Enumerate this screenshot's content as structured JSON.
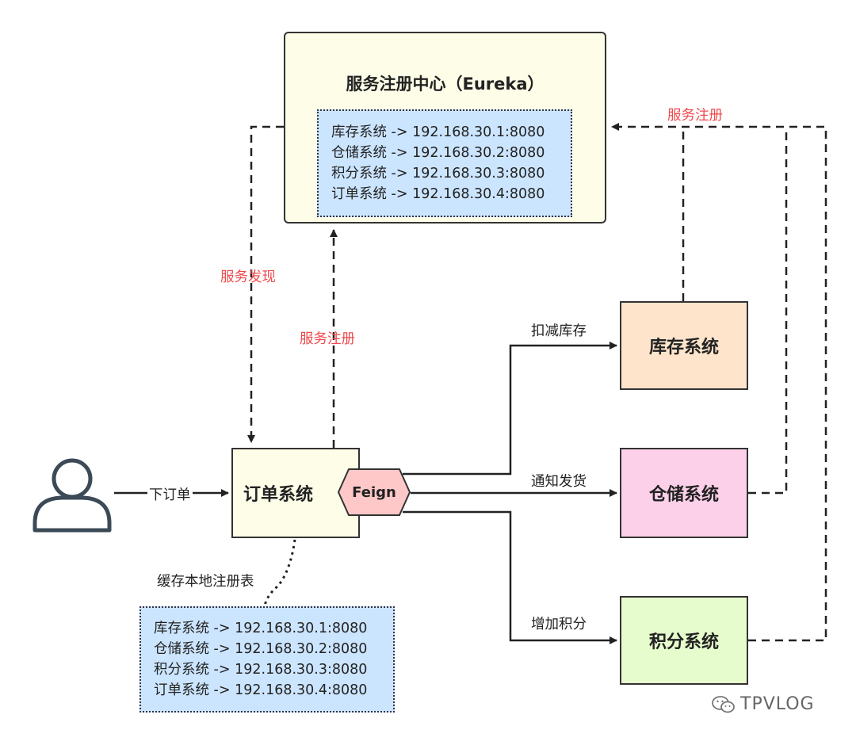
{
  "eureka": {
    "title": "服务注册中心（Eureka）",
    "registry": [
      "库存系统 -> 192.168.30.1:8080",
      "仓储系统 -> 192.168.30.2:8080",
      "积分系统 -> 192.168.30.3:8080",
      "订单系统 -> 192.168.30.4:8080"
    ]
  },
  "nodes": {
    "order": "订单系统",
    "inventory": "库存系统",
    "warehouse": "仓储系统",
    "points": "积分系统",
    "feign": "Feign"
  },
  "labels": {
    "place_order": "下订单",
    "service_discovery": "服务发现",
    "register_order": "服务注册",
    "register_others": "服务注册",
    "deduct_stock": "扣减库存",
    "notify_ship": "通知发货",
    "add_points": "增加积分",
    "cache_local": "缓存本地注册表"
  },
  "local_cache": [
    "库存系统 -> 192.168.30.1:8080",
    "仓储系统 -> 192.168.30.2:8080",
    "积分系统 -> 192.168.30.3:8080",
    "订单系统 -> 192.168.30.4:8080"
  ],
  "colors": {
    "eureka_bg": "#fdfde8",
    "registry_bg": "#cce5ff",
    "inventory_bg": "#fde4cb",
    "warehouse_bg": "#fdd0ea",
    "points_bg": "#e6fccc",
    "feign_bg": "#ffc8c8",
    "accent_red": "#f0494c"
  },
  "watermark": "TPVLOG"
}
